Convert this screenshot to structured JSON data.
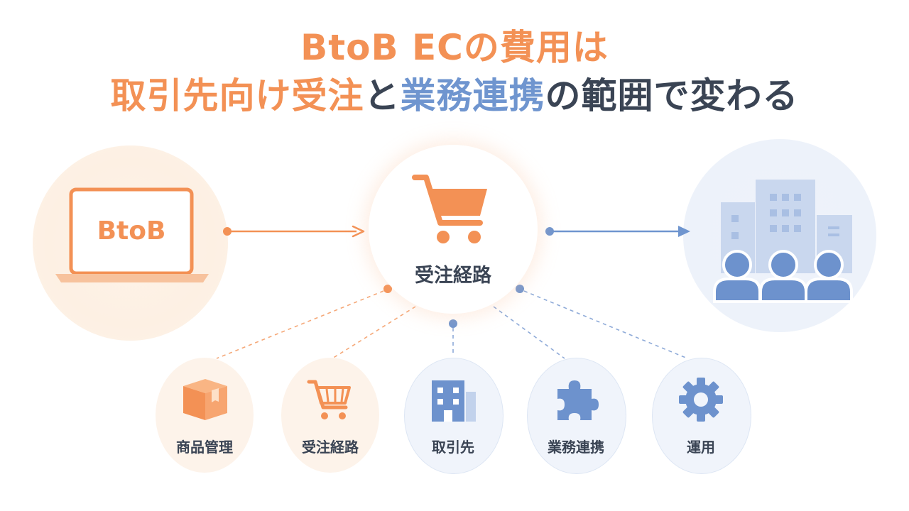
{
  "title": {
    "line1": "BtoB ECの費用は",
    "line2_part1": "取引先向け受注",
    "line2_part2": "と",
    "line2_part3": "業務連携",
    "line2_part4": "の範囲で変わる"
  },
  "laptop": {
    "label": "BtoB",
    "icon": "laptop-icon"
  },
  "center": {
    "label": "受注経路",
    "icon": "shopping-cart-icon"
  },
  "right": {
    "icon": "buildings-with-people-icon"
  },
  "items": [
    {
      "label": "商品管理",
      "icon": "box-icon",
      "color": "orange"
    },
    {
      "label": "受注経路",
      "icon": "shopping-cart-icon",
      "color": "orange"
    },
    {
      "label": "取引先",
      "icon": "building-icon",
      "color": "blue"
    },
    {
      "label": "業務連携",
      "icon": "puzzle-icon",
      "color": "blue"
    },
    {
      "label": "運用",
      "icon": "gear-icon",
      "color": "blue"
    }
  ],
  "colors": {
    "orange": "#f39155",
    "blue": "#6f95cf",
    "dark": "#3a4454"
  }
}
